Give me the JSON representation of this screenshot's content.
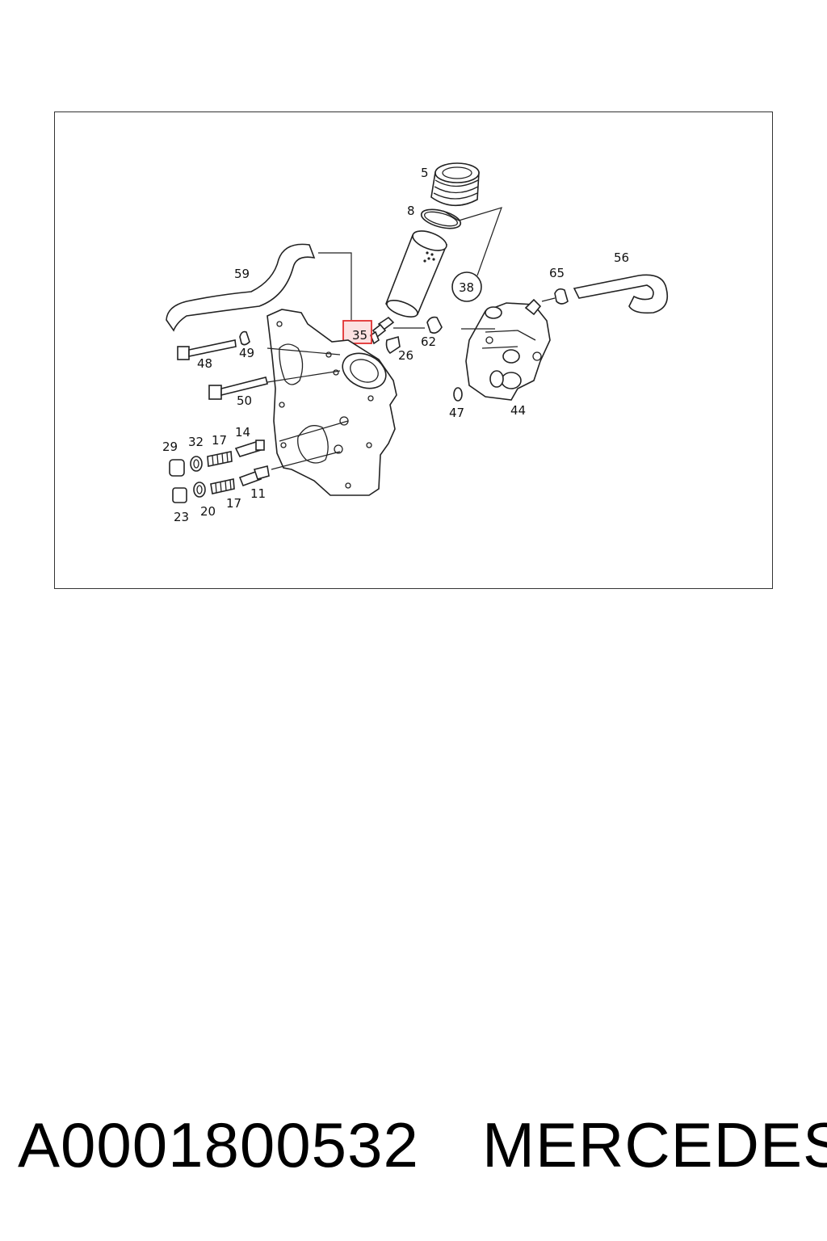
{
  "diagram": {
    "labels": {
      "l5": "5",
      "l8": "8",
      "l38": "38",
      "l59": "59",
      "l35": "35",
      "l62": "62",
      "l26": "26",
      "l65": "65",
      "l56": "56",
      "l48": "48",
      "l49": "49",
      "l50": "50",
      "l47": "47",
      "l44": "44",
      "l29": "29",
      "l32": "32",
      "l17a": "17",
      "l14": "14",
      "l23": "23",
      "l20": "20",
      "l17b": "17",
      "l11": "11"
    },
    "highlight_color": "#e23030"
  },
  "caption": {
    "part_number": "A0001800532",
    "brand": "MERCEDES"
  }
}
